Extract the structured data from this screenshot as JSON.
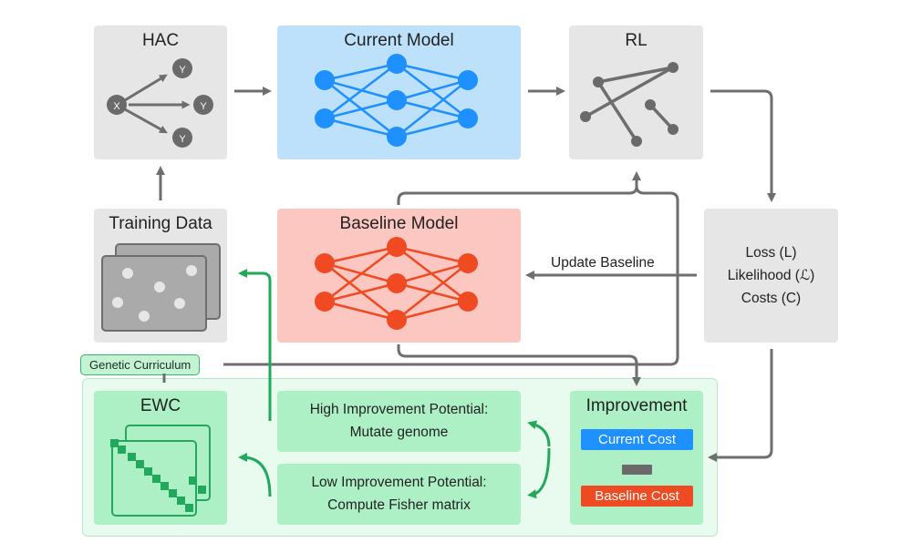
{
  "hac": {
    "title": "HAC",
    "source_node": "X",
    "target_nodes": [
      "Y",
      "Y",
      "Y"
    ]
  },
  "current_model": {
    "title": "Current Model",
    "color": "#1e90ff"
  },
  "rl": {
    "title": "RL"
  },
  "training_data": {
    "title": "Training Data"
  },
  "baseline_model": {
    "title": "Baseline Model",
    "color": "#f04a22"
  },
  "metrics": {
    "loss": "Loss (L)",
    "likelihood": "Likelihood (ℒ)",
    "costs": "Costs (C)"
  },
  "update_baseline_label": "Update Baseline",
  "genetic_curriculum": {
    "tag": "Genetic Curriculum"
  },
  "ewc": {
    "title": "EWC"
  },
  "high_potential": {
    "line1": "High Improvement Potential:",
    "line2": "Mutate genome"
  },
  "low_potential": {
    "line1": "Low Improvement Potential:",
    "line2": "Compute Fisher matrix"
  },
  "improvement": {
    "title": "Improvement",
    "current_cost": "Current Cost",
    "baseline_cost": "Baseline Cost",
    "current_color": "#1e90ff",
    "baseline_color": "#f04a22"
  },
  "colors": {
    "arrow_grey": "#6e6e6e",
    "arrow_green": "#22a85a"
  }
}
